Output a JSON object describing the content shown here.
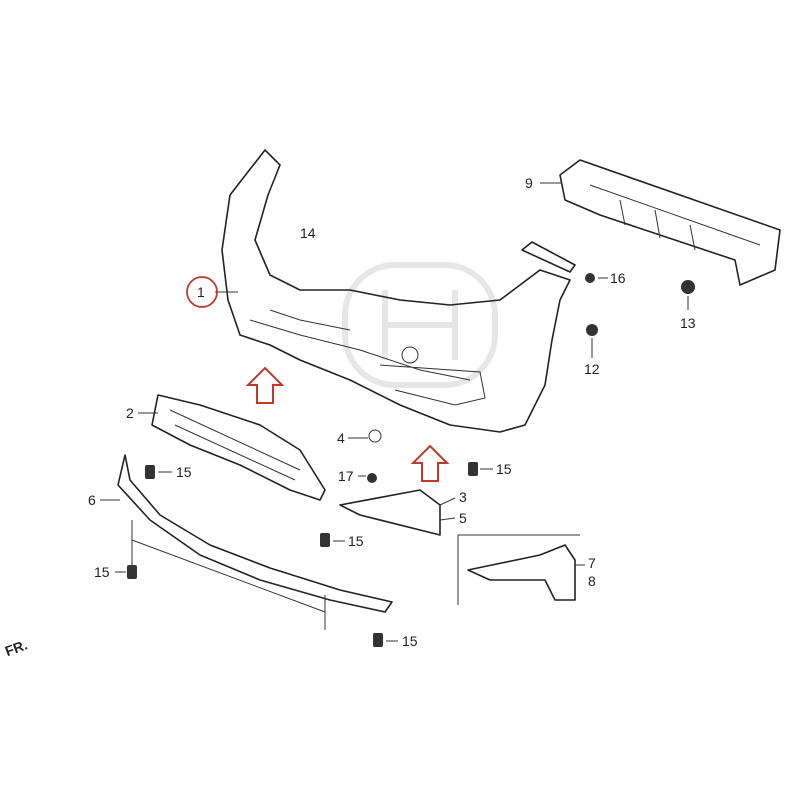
{
  "diagram": {
    "callouts": [
      {
        "id": "part-1",
        "label": "1",
        "highlighted": true
      },
      {
        "id": "part-2",
        "label": "2"
      },
      {
        "id": "part-3",
        "label": "3"
      },
      {
        "id": "part-4",
        "label": "4"
      },
      {
        "id": "part-5",
        "label": "5"
      },
      {
        "id": "part-6",
        "label": "6"
      },
      {
        "id": "part-7",
        "label": "7"
      },
      {
        "id": "part-8",
        "label": "8"
      },
      {
        "id": "part-9",
        "label": "9"
      },
      {
        "id": "part-12",
        "label": "12"
      },
      {
        "id": "part-13",
        "label": "13"
      },
      {
        "id": "part-14",
        "label": "14"
      },
      {
        "id": "part-15a",
        "label": "15"
      },
      {
        "id": "part-15b",
        "label": "15"
      },
      {
        "id": "part-15c",
        "label": "15"
      },
      {
        "id": "part-15d",
        "label": "15"
      },
      {
        "id": "part-15e",
        "label": "15"
      },
      {
        "id": "part-16",
        "label": "16"
      },
      {
        "id": "part-17",
        "label": "17"
      }
    ],
    "direction_marker": "FR.",
    "watermark": "HONDA",
    "highlight_color": "#c0392b"
  }
}
